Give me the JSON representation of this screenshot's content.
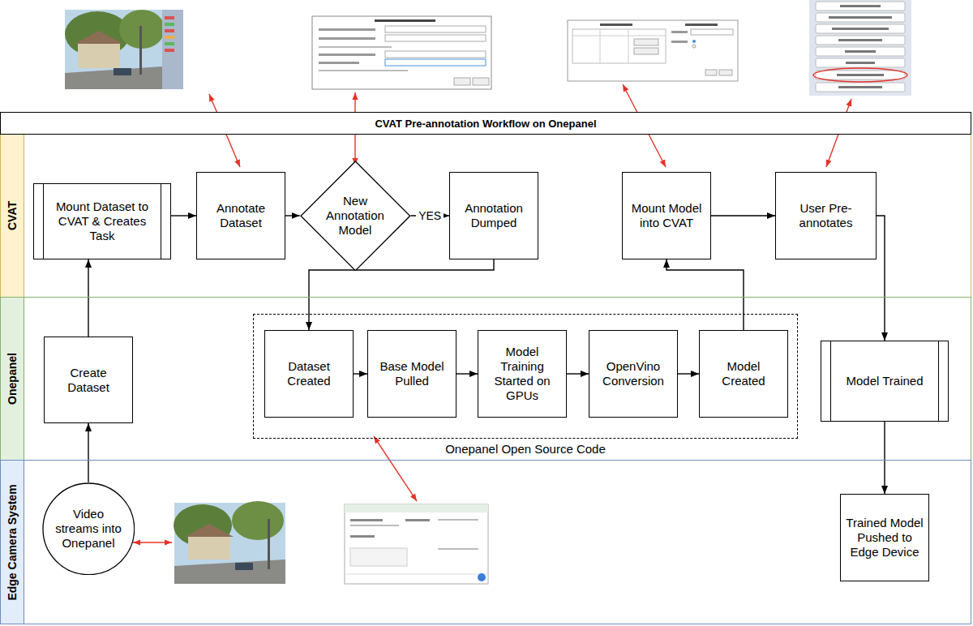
{
  "diagram": {
    "title": "CVAT Pre-annotation Workflow on Onepanel",
    "nodes": [
      {
        "text": [
          "CVAT"
        ]
      },
      {
        "text": [
          "Onepanel"
        ]
      },
      {
        "text": [
          "Edge Camera System"
        ]
      },
      {
        "text": [
          "Mount Dataset to CVAT & Creates Task"
        ],
        "in": 0
      },
      {
        "text": [
          "Annotate Dataset"
        ],
        "in": 0
      },
      {
        "text": [
          "New Annotation Model"
        ],
        "in": 0
      },
      {
        "text": [
          "Annotation Dumped"
        ],
        "in": 0
      },
      {
        "text": [
          "Mount Model into CVAT"
        ],
        "in": 0
      },
      {
        "text": [
          "User Pre-annotates"
        ],
        "in": 0
      },
      {
        "text": [
          "Create Dataset"
        ],
        "in": 1
      },
      {
        "text": [
          "Onepanel Open Source Code"
        ],
        "in": 1
      },
      {
        "text": [
          "Dataset Created"
        ],
        "in": 10
      },
      {
        "text": [
          "Base Model Pulled"
        ],
        "in": 10
      },
      {
        "text": [
          "Model Training Started on GPUs"
        ],
        "in": 10
      },
      {
        "text": [
          "OpenVino Conversion"
        ],
        "in": 10
      },
      {
        "text": [
          "Model Created"
        ],
        "in": 10
      },
      {
        "text": [
          "Model Trained"
        ],
        "in": 1
      },
      {
        "text": [
          "Video streams into Onepanel"
        ],
        "in": 2
      },
      {
        "text": [
          "Trained Model Pushed to Edge Device"
        ],
        "in": 2
      }
    ],
    "edges": [
      {
        "from": 17,
        "to": 9,
        "arrow": "to"
      },
      {
        "from": 9,
        "to": 3,
        "arrow": "to"
      },
      {
        "from": 3,
        "to": 4,
        "arrow": "to"
      },
      {
        "from": 4,
        "to": 5,
        "arrow": "to"
      },
      {
        "from": 5,
        "to": 6,
        "label": "YES",
        "arrow": "to"
      },
      {
        "from": 6,
        "to": 11,
        "arrow": "to"
      },
      {
        "from": 11,
        "to": 12,
        "arrow": "to"
      },
      {
        "from": 12,
        "to": 13,
        "arrow": "to"
      },
      {
        "from": 13,
        "to": 14,
        "arrow": "to"
      },
      {
        "from": 14,
        "to": 15,
        "arrow": "to"
      },
      {
        "from": 15,
        "to": 7,
        "arrow": "to"
      },
      {
        "from": 7,
        "to": 8,
        "arrow": "to"
      },
      {
        "from": 8,
        "to": 16,
        "arrow": "to"
      },
      {
        "from": 16,
        "to": 18,
        "arrow": "to"
      }
    ]
  }
}
